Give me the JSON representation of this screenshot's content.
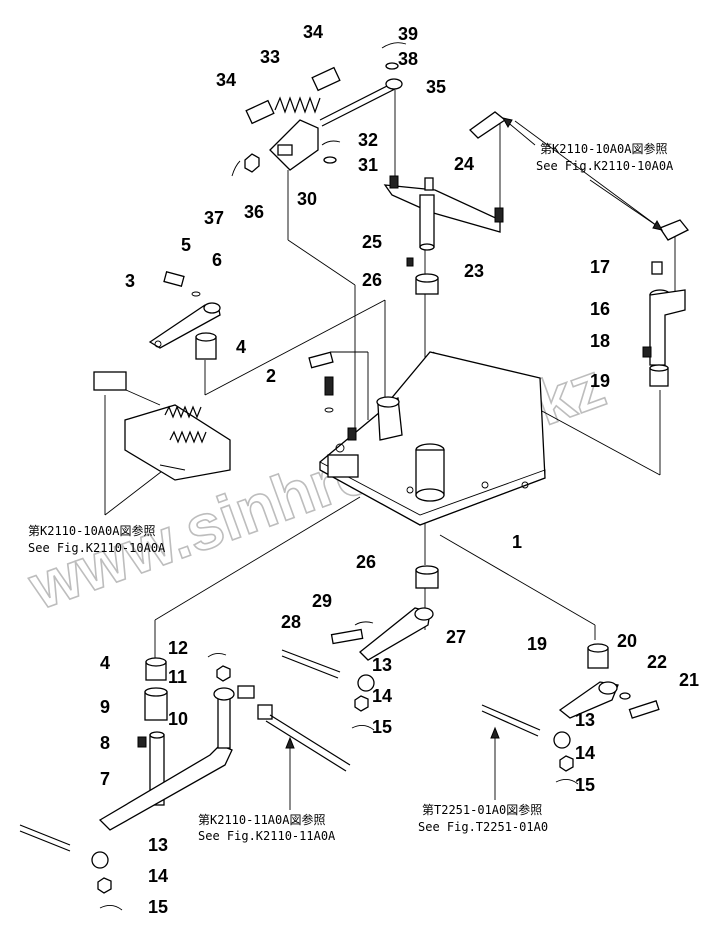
{
  "watermark": "www.sinhron-too.kz",
  "references": {
    "top_right_jp": "第K2110-10A0A図参照",
    "top_right_en": "See Fig.K2110-10A0A",
    "left_jp": "第K2110-10A0A図参照",
    "left_en": "See Fig.K2110-10A0A",
    "bottom_mid_jp": "第K2110-11A0A図参照",
    "bottom_mid_en": "See Fig.K2110-11A0A",
    "bottom_right_jp": "第T2251-01A0図参照",
    "bottom_right_en": "See Fig.T2251-01A0"
  },
  "callouts": [
    {
      "id": "p39",
      "label": "39"
    },
    {
      "id": "p38",
      "label": "38"
    },
    {
      "id": "p34a",
      "label": "34"
    },
    {
      "id": "p33",
      "label": "33"
    },
    {
      "id": "p34b",
      "label": "34"
    },
    {
      "id": "p35",
      "label": "35"
    },
    {
      "id": "p32",
      "label": "32"
    },
    {
      "id": "p31",
      "label": "31"
    },
    {
      "id": "p30",
      "label": "30"
    },
    {
      "id": "p36",
      "label": "36"
    },
    {
      "id": "p37",
      "label": "37"
    },
    {
      "id": "p24",
      "label": "24"
    },
    {
      "id": "p23",
      "label": "23"
    },
    {
      "id": "p25",
      "label": "25"
    },
    {
      "id": "p26a",
      "label": "26"
    },
    {
      "id": "p5",
      "label": "5"
    },
    {
      "id": "p6",
      "label": "6"
    },
    {
      "id": "p3",
      "label": "3"
    },
    {
      "id": "p4a",
      "label": "4"
    },
    {
      "id": "p2",
      "label": "2"
    },
    {
      "id": "p17",
      "label": "17"
    },
    {
      "id": "p16",
      "label": "16"
    },
    {
      "id": "p18",
      "label": "18"
    },
    {
      "id": "p19a",
      "label": "19"
    },
    {
      "id": "p1",
      "label": "1"
    },
    {
      "id": "p26b",
      "label": "26"
    },
    {
      "id": "p29",
      "label": "29"
    },
    {
      "id": "p28",
      "label": "28"
    },
    {
      "id": "p27",
      "label": "27"
    },
    {
      "id": "p19b",
      "label": "19"
    },
    {
      "id": "p20",
      "label": "20"
    },
    {
      "id": "p22",
      "label": "22"
    },
    {
      "id": "p21",
      "label": "21"
    },
    {
      "id": "p12",
      "label": "12"
    },
    {
      "id": "p4b",
      "label": "4"
    },
    {
      "id": "p11",
      "label": "11"
    },
    {
      "id": "p9",
      "label": "9"
    },
    {
      "id": "p10",
      "label": "10"
    },
    {
      "id": "p8",
      "label": "8"
    },
    {
      "id": "p7",
      "label": "7"
    },
    {
      "id": "p13a",
      "label": "13"
    },
    {
      "id": "p14a",
      "label": "14"
    },
    {
      "id": "p15a",
      "label": "15"
    },
    {
      "id": "p13b",
      "label": "13"
    },
    {
      "id": "p14b",
      "label": "14"
    },
    {
      "id": "p15b",
      "label": "15"
    },
    {
      "id": "p13c",
      "label": "13"
    },
    {
      "id": "p14c",
      "label": "14"
    },
    {
      "id": "p15c",
      "label": "15"
    }
  ]
}
